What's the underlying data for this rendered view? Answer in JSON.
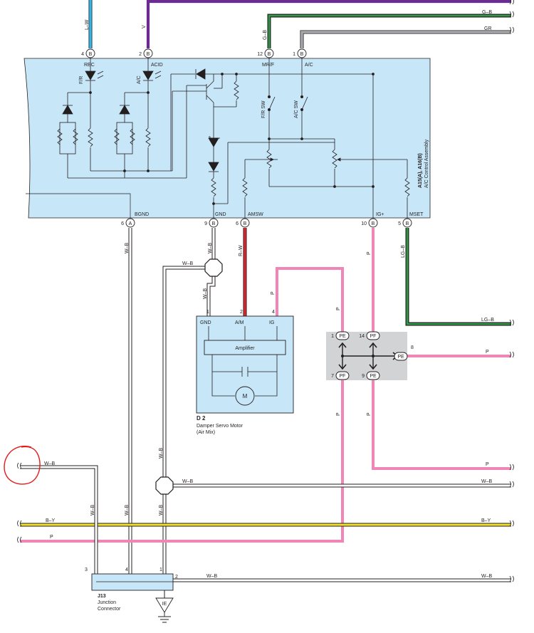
{
  "top_wires": {
    "lw": "L–W",
    "v": "V",
    "gb_left": "G–B",
    "gb_right": "G–B",
    "gr": "GR"
  },
  "ac_assembly": {
    "title": "A15(A), A16(B)",
    "subtitle": "A/C Control Assembly",
    "pins_top": [
      {
        "num": "4",
        "conn": "B",
        "name": "REC"
      },
      {
        "num": "2",
        "conn": "B",
        "name": "ACID"
      },
      {
        "num": "12",
        "conn": "B",
        "name": "MR/F"
      },
      {
        "num": "1",
        "conn": "B",
        "name": "A/C"
      }
    ],
    "pins_bottom": [
      {
        "num": "6",
        "conn": "A",
        "name": "BGND"
      },
      {
        "num": "9",
        "conn": "B",
        "name": "GND"
      },
      {
        "num": "6",
        "conn": "B",
        "name": "AMSW"
      },
      {
        "num": "10",
        "conn": "B",
        "name": "IG+"
      },
      {
        "num": "5",
        "conn": "B",
        "name": "MSET"
      }
    ],
    "led_fr": "F/R",
    "led_ac": "A/C",
    "sw_fr": "F/R SW",
    "sw_ac": "A/C SW"
  },
  "wire_labels": {
    "wb": "W–B",
    "rw": "R–W",
    "p": "P",
    "lgb": "LG–B",
    "by": "B–Y"
  },
  "servo": {
    "name": "D 2",
    "desc1": "Damper Servo Motor",
    "desc2": "(Air Mix)",
    "pin_gnd_num": "1",
    "pin_gnd": "GND",
    "pin_am_num": "2",
    "pin_am": "A/M",
    "pin_ig_num": "4",
    "pin_ig": "IG",
    "amplifier": "Amplifier",
    "motor": "M"
  },
  "junction_block": {
    "pins": [
      {
        "num": "1",
        "code": "PE"
      },
      {
        "num": "14",
        "code": "PF"
      },
      {
        "num": "8",
        "code": "PE"
      },
      {
        "num": "7",
        "code": "PF"
      },
      {
        "num": "9",
        "code": "PE"
      }
    ]
  },
  "j13": {
    "name": "J13",
    "desc1": "Junction",
    "desc2": "Connector",
    "pins": [
      "3",
      "4",
      "1",
      "2"
    ],
    "ground": "IE"
  },
  "colors": {
    "box_fill": "#c7e6f8",
    "lightblue": "#33b5e8",
    "purple": "#6b2c91",
    "green": "#2e9b4a",
    "gray": "#a7a9ac",
    "red": "#e5262b",
    "pink": "#ef86b6",
    "yellow": "#f2e02a",
    "annotation": "#e21b1b"
  }
}
